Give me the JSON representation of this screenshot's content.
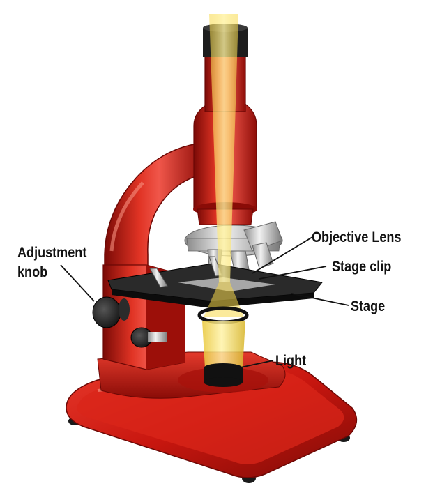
{
  "labels": {
    "adjustment_knob_line1": "Adjustment",
    "adjustment_knob_line2": "knob",
    "objective_lens": "Objective Lens",
    "stage_clip": "Stage clip",
    "stage": "Stage",
    "light": "Light"
  },
  "colors": {
    "body_red": "#c8160f",
    "body_dark": "#7a0a06",
    "body_highlight": "#f0564a",
    "stage_black": "#1a1a1a",
    "light_beam": "#f7d94a",
    "chrome": "#c9c9c9"
  }
}
